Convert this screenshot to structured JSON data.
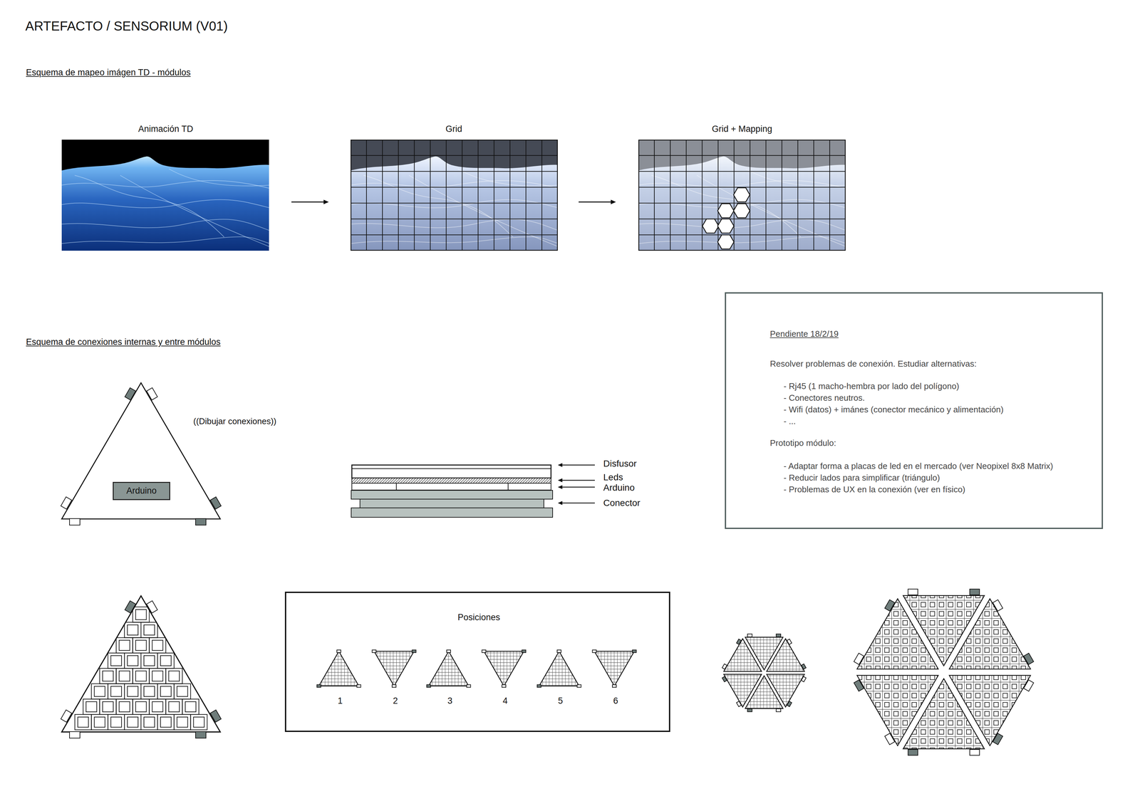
{
  "diagram": {
    "title": "ARTEFACTO / SENSORIUM (V01)",
    "nodes": [
      {
        "text": [
          "Pendiente 18/2/19",
          "Resolver problemas de conexión. Estudiar alternativas:",
          "- Rj45 (1 macho-hembra por lado del polígono)",
          "- Conectores neutros.",
          "- Wifi (datos) + imánes (conector mecánico y alimentación)",
          "- ...",
          "Prototipo módulo:",
          "- Adaptar forma a placas de led en el mercado (ver Neopixel 8x8 Matrix)",
          "- Reducir lados para simplificar (triángulo)",
          "- Problemas de UX en la conexión (ver en físico)"
        ]
      },
      {
        "text": [
          "Arduino"
        ]
      },
      {
        "text": [
          "Posiciones",
          "1",
          "2",
          "3",
          "4",
          "5",
          "6"
        ]
      }
    ],
    "labels": [
      "Esquema de mapeo imágen TD - módulos",
      "Animación TD",
      "Grid",
      "Grid + Mapping",
      "Esquema de conexiones internas y entre módulos",
      "((Dibujar conexiones))",
      "Disfusor",
      "Leds",
      "Arduino",
      "Conector"
    ]
  }
}
